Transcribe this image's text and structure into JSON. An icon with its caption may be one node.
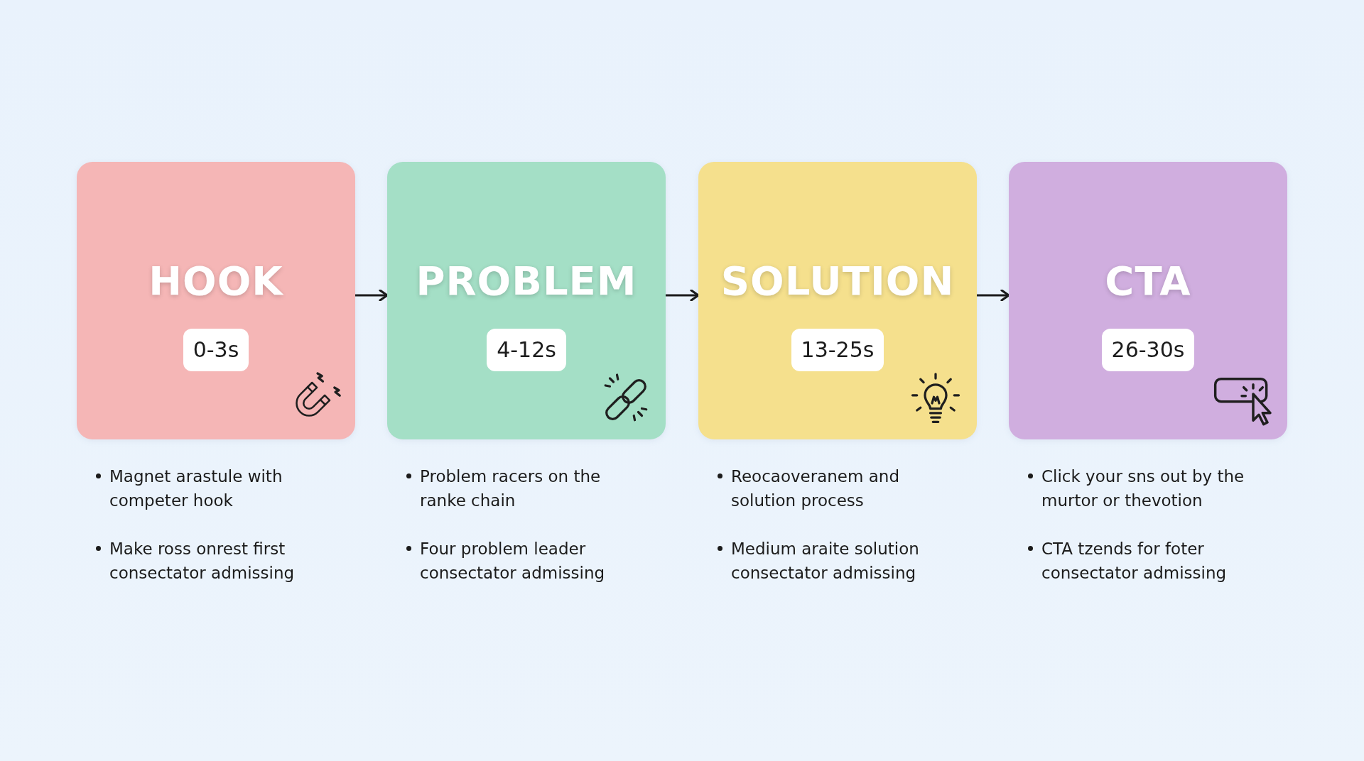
{
  "diagram": {
    "nodes": [
      {
        "text": [
          "HOOK",
          "0-3s"
        ],
        "beside": [
          "Magnet arastule with competer hook",
          "Make ross onrest first consectator admissing"
        ]
      },
      {
        "text": [
          "PROBLEM",
          "4-12s"
        ],
        "beside": [
          "Problem racers on the ranke chain",
          "Four problem leader consectator admissing"
        ]
      },
      {
        "text": [
          "SOLUTION",
          "13-25s"
        ],
        "beside": [
          "Reocaoveranem and solution process",
          "Medium araite solution consectator admissing"
        ]
      },
      {
        "text": [
          "CTA",
          "26-30s"
        ],
        "beside": [
          "Click your sns out by the murtor or thevotion",
          "CTA tzends for foter consectator admissing"
        ]
      }
    ],
    "edges": [
      {
        "from": 0,
        "to": 1,
        "arrow": "to"
      },
      {
        "from": 1,
        "to": 2,
        "arrow": "to"
      },
      {
        "from": 2,
        "to": 3,
        "arrow": "to"
      }
    ]
  }
}
